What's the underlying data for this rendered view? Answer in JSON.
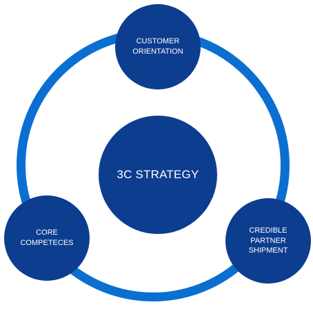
{
  "diagram": {
    "center": {
      "label": "3C STRATEGY"
    },
    "nodes": [
      {
        "label": "CUSTOMER\nORIENTATION"
      },
      {
        "label": "CORE\nCOMPETECES"
      },
      {
        "label": "CREDIBLE\nPARTNER\nSHIPMENT"
      }
    ],
    "colors": {
      "ring": "#0a6fd1",
      "circle": "#0d3d8f",
      "text": "#ffffff",
      "background": "#ffffff"
    }
  }
}
